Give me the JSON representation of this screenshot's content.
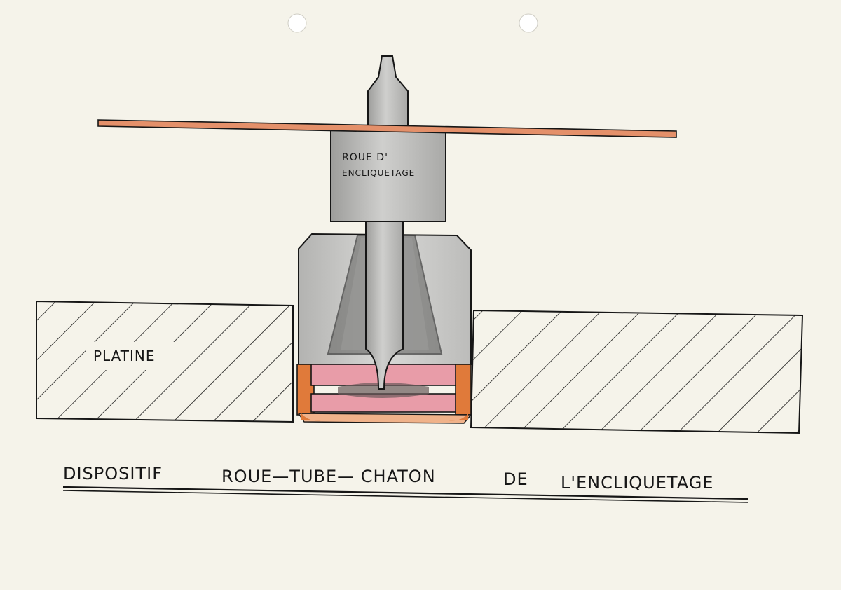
{
  "labels": {
    "wheel_line1": "ROUE D'",
    "wheel_line2": "ENCLIQUETAGE",
    "plate": "PLATINE"
  },
  "caption": {
    "words": [
      "DISPOSITIF",
      "ROUE—TUBE— CHATON",
      "DE",
      "L'ENCLIQUETAGE"
    ]
  },
  "colors": {
    "paper": "#f5f3ea",
    "ink": "#161616",
    "steel": "#b9b9b7",
    "steel_dark": "#6c6c6a",
    "brass_orange": "#e07a3a",
    "ruby_pink": "#e79aa5",
    "shaft_rod": "#e4906a"
  }
}
